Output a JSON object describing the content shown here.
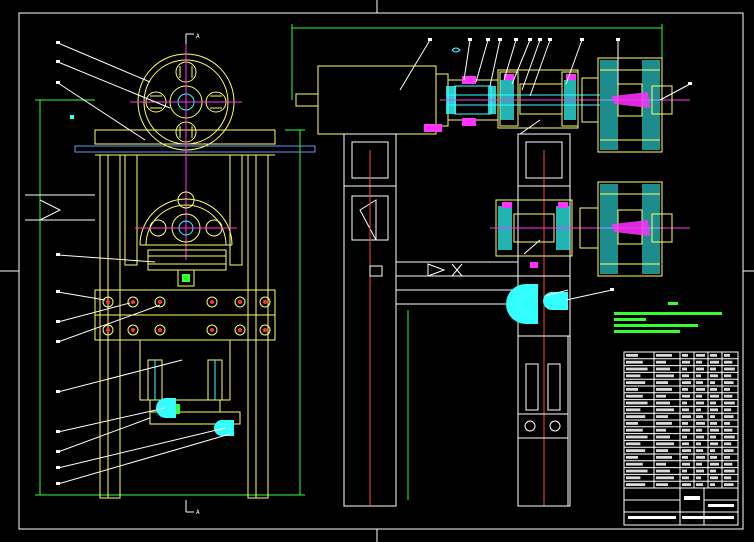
{
  "drawing": {
    "type": "mechanical-assembly-cad",
    "background": "#000000",
    "colors": {
      "frame": "#ffffff",
      "outline": "#ffff66",
      "dimension": "#33ff33",
      "hidden": "#33ffff",
      "center": "#ff33ff",
      "section": "#ff4444",
      "leader": "#ffffff"
    },
    "section_marks": [
      "A",
      "A"
    ],
    "left_view": {
      "leader_count": 12,
      "bolt_rows": 2
    },
    "right_view": {
      "leader_count": 14
    },
    "title_block": {
      "rows": 20,
      "columns": 6
    }
  }
}
